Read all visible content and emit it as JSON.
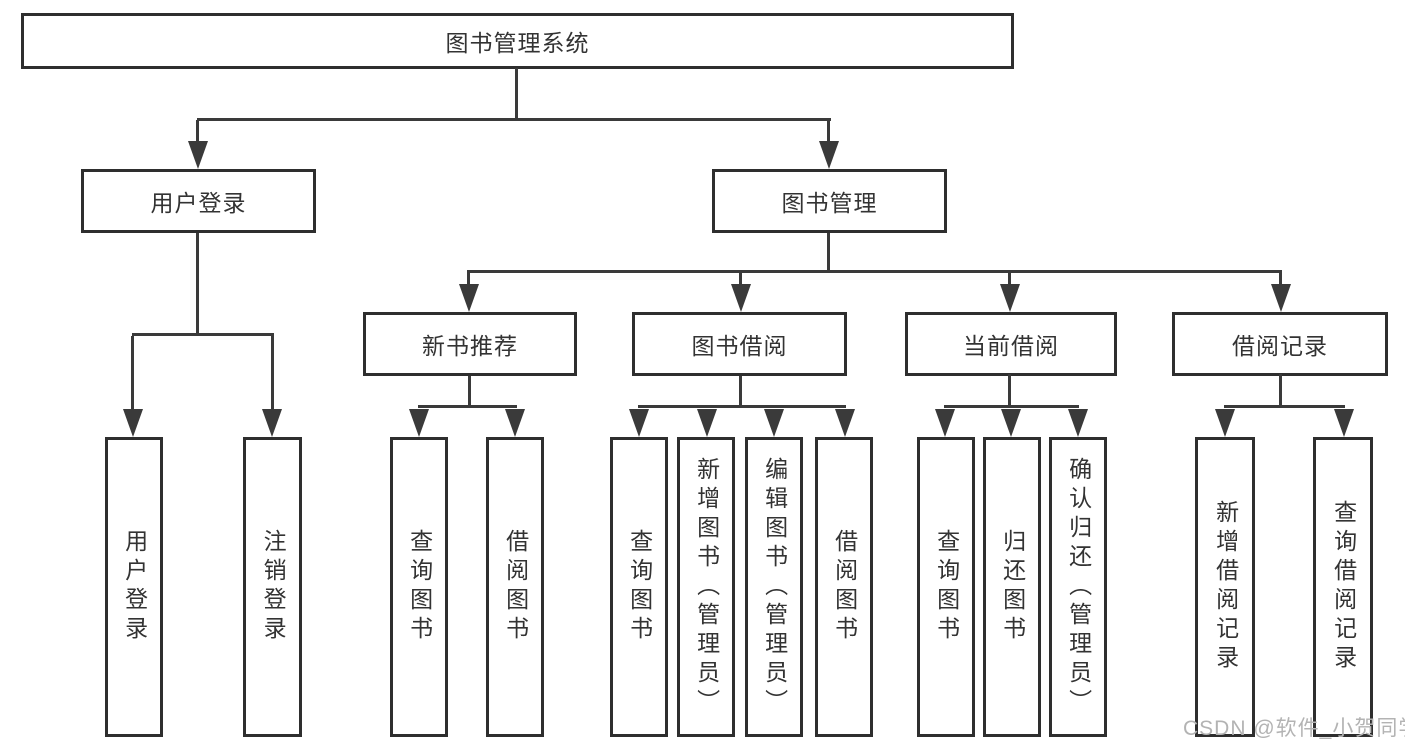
{
  "diagram": {
    "type": "hierarchy-tree",
    "colors": {
      "border": "#2e2e2e",
      "line": "#3a3a3a",
      "text": "#333333",
      "watermark": "#b3b3b3",
      "background": "#ffffff"
    },
    "watermark": "CSDN @软件_小贺同学"
  },
  "nodes": {
    "root": "图书管理系统",
    "user_login": "用户登录",
    "book_mgmt": "图书管理",
    "new_book": "新书推荐",
    "borrow": "图书借阅",
    "current": "当前借阅",
    "records": "借阅记录"
  },
  "leaves": {
    "user_login": [
      "用户登录",
      "注销登录"
    ],
    "new_book": [
      "查询图书",
      "借阅图书"
    ],
    "borrow": [
      "查询图书",
      "新增图书（管理员）",
      "编辑图书（管理员）",
      "借阅图书"
    ],
    "current": [
      "查询图书",
      "归还图书",
      "确认归还（管理员）"
    ],
    "records": [
      "新增借阅记录",
      "查询借阅记录"
    ]
  }
}
